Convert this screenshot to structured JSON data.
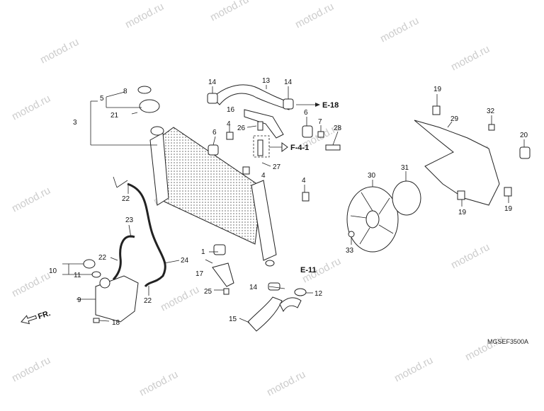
{
  "watermark": "motod.ru",
  "diagram_code": "MGSEF3500A",
  "front_label": "FR.",
  "references": [
    {
      "id": "ref-e18",
      "label": "E-18"
    },
    {
      "id": "ref-f41",
      "label": "F-4-1"
    },
    {
      "id": "ref-e11",
      "label": "E-11"
    }
  ],
  "callouts": [
    "1",
    "3",
    "4",
    "4",
    "4",
    "5",
    "6",
    "6",
    "7",
    "8",
    "9",
    "10",
    "11",
    "12",
    "13",
    "14",
    "14",
    "14",
    "15",
    "16",
    "17",
    "18",
    "19",
    "19",
    "19",
    "20",
    "21",
    "22",
    "22",
    "22",
    "23",
    "24",
    "25",
    "26",
    "27",
    "28",
    "29",
    "30",
    "31",
    "32",
    "33"
  ],
  "colors": {
    "line": "#222222",
    "watermark": "#cccccc",
    "background": "#ffffff"
  }
}
